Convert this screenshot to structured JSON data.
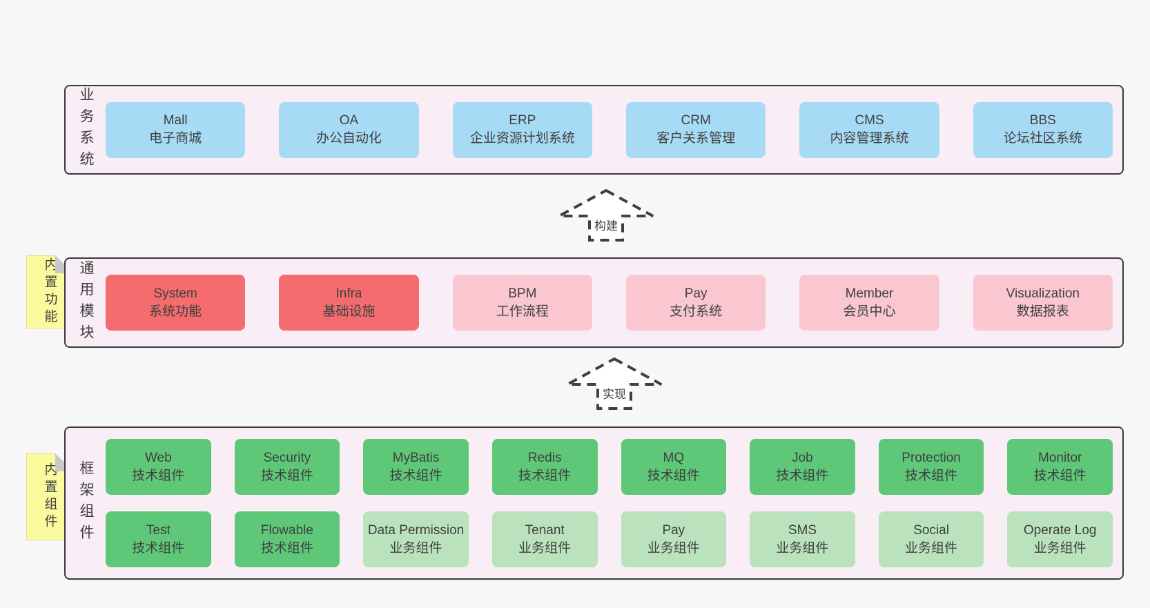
{
  "colors": {
    "page_bg": "#f7f7f7",
    "panel_bg": "#f9edf6",
    "panel_border": "#3a3a3a",
    "blue_box": "#a7dbf5",
    "red_box": "#f56c6e",
    "pink_box": "#fac7d1",
    "green_dark_box": "#5ec878",
    "green_light_box": "#bae3bd",
    "sticky_bg": "#fbfa9e",
    "sticky_fold": "#c8c8c8",
    "text": "#3f3f3f"
  },
  "arrows": [
    {
      "label": "构建"
    },
    {
      "label": "实现"
    }
  ],
  "stickies": [
    {
      "label": "内置功能"
    },
    {
      "label": "内置组件"
    }
  ],
  "layers": [
    {
      "label": "业务系统",
      "rows": [
        [
          {
            "name": "Mall",
            "desc": "电子商城"
          },
          {
            "name": "OA",
            "desc": "办公自动化"
          },
          {
            "name": "ERP",
            "desc": "企业资源计划系统"
          },
          {
            "name": "CRM",
            "desc": "客户关系管理"
          },
          {
            "name": "CMS",
            "desc": "内容管理系统"
          },
          {
            "name": "BBS",
            "desc": "论坛社区系统"
          }
        ]
      ]
    },
    {
      "label": "通用模块",
      "rows": [
        [
          {
            "name": "System",
            "desc": "系统功能"
          },
          {
            "name": "Infra",
            "desc": "基础设施"
          },
          {
            "name": "BPM",
            "desc": "工作流程"
          },
          {
            "name": "Pay",
            "desc": "支付系统"
          },
          {
            "name": "Member",
            "desc": "会员中心"
          },
          {
            "name": "Visualization",
            "desc": "数据报表"
          }
        ]
      ]
    },
    {
      "label": "框架组件",
      "rows": [
        [
          {
            "name": "Web",
            "desc": "技术组件"
          },
          {
            "name": "Security",
            "desc": "技术组件"
          },
          {
            "name": "MyBatis",
            "desc": "技术组件"
          },
          {
            "name": "Redis",
            "desc": "技术组件"
          },
          {
            "name": "MQ",
            "desc": "技术组件"
          },
          {
            "name": "Job",
            "desc": "技术组件"
          },
          {
            "name": "Protection",
            "desc": "技术组件"
          },
          {
            "name": "Monitor",
            "desc": "技术组件"
          }
        ],
        [
          {
            "name": "Test",
            "desc": "技术组件"
          },
          {
            "name": "Flowable",
            "desc": "技术组件"
          },
          {
            "name": "Data Permission",
            "desc": "业务组件"
          },
          {
            "name": "Tenant",
            "desc": "业务组件"
          },
          {
            "name": "Pay",
            "desc": "业务组件"
          },
          {
            "name": "SMS",
            "desc": "业务组件"
          },
          {
            "name": "Social",
            "desc": "业务组件"
          },
          {
            "name": "Operate Log",
            "desc": "业务组件"
          }
        ]
      ]
    }
  ]
}
